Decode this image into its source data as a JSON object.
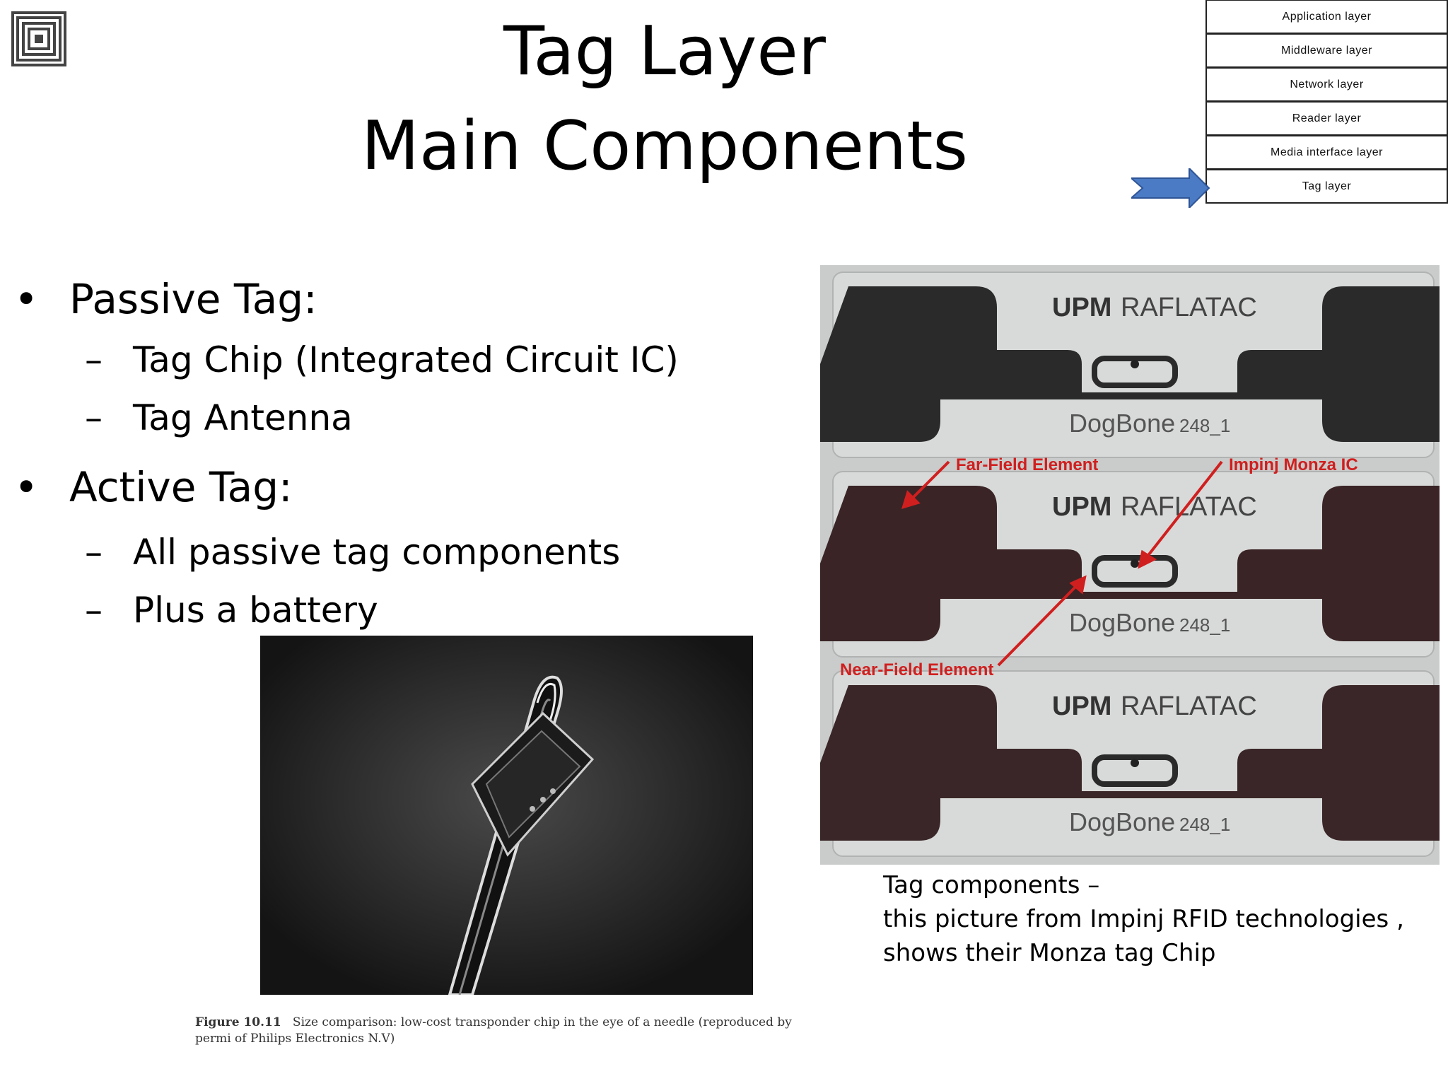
{
  "title": {
    "line1": "Tag Layer",
    "line2": "Main Components"
  },
  "logo_icon": "rfid-chip-logo-icon",
  "layer_stack": {
    "layers": [
      "Application layer",
      "Middleware layer",
      "Network layer",
      "Reader layer",
      "Media interface layer",
      "Tag layer"
    ],
    "highlighted": "Tag layer",
    "arrow_color": "#4a7bc4"
  },
  "bullets": [
    {
      "label": "Passive Tag:",
      "items": [
        "Tag Chip (Integrated Circuit IC)",
        "Tag Antenna"
      ]
    },
    {
      "label": "Active Tag:",
      "items": [
        "All passive tag components",
        "Plus a battery"
      ]
    }
  ],
  "bullet_glyph": "•",
  "dash_glyph": "–",
  "needle_figure": {
    "caption_label": "Figure 10.11",
    "caption_text": "Size comparison: low-cost transponder chip in the eye of a needle (reproduced by permi of Philips Electronics N.V)"
  },
  "tag_photo": {
    "brand_bold": "UPM",
    "brand_light": "RAFLATAC",
    "model": "DogBone",
    "model_num": "248_1",
    "annotations": {
      "far_field": "Far-Field Element",
      "ic": "Impinj Monza IC",
      "near_field": "Near-Field Element"
    },
    "annotation_color": "#d01f1f"
  },
  "tag_caption": {
    "line1": "Tag components –",
    "line2": "this picture from Impinj RFID technologies ,",
    "line3": "shows their Monza tag Chip"
  }
}
